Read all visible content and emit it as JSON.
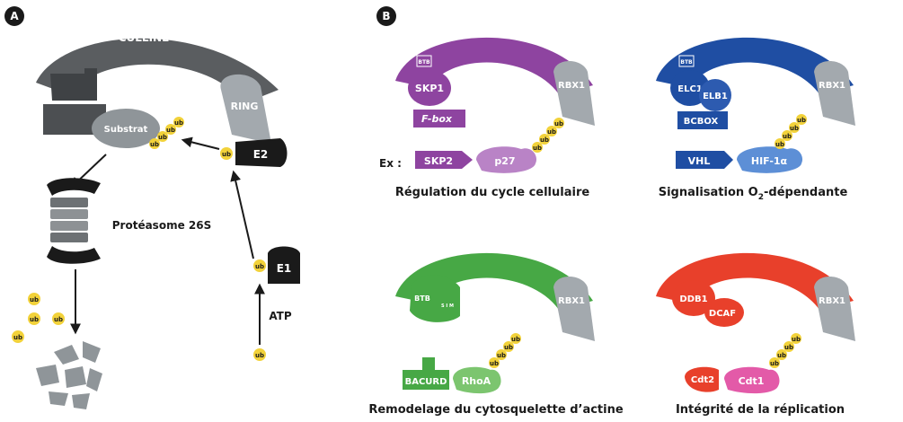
{
  "panel_a": {
    "letter": "A",
    "culline": "CULLINE",
    "ring": "RING",
    "substrat": "Substrat",
    "e2": "E2",
    "e1": "E1",
    "atp": "ATP",
    "proteasome": "Protéasome 26S",
    "ub": "ub"
  },
  "panel_b": {
    "letter": "B",
    "btb": "BTB",
    "sim": "S I M",
    "rbx1": "RBX1",
    "ub": "ub",
    "cul1": {
      "title": "CUL1",
      "skp1": "SKP1",
      "fbox": "F-box",
      "ex": "Ex :",
      "skp2": "SKP2",
      "p27": "p27",
      "caption": "Régulation du cycle cellulaire"
    },
    "cul2": {
      "title": "CUL2",
      "elc1": "ELC1",
      "elb1": "ELB1",
      "bcbox": "BCBOX",
      "vhl": "VHL",
      "hif": "HIF-1α",
      "caption_pre": "Signalisation O",
      "caption_sub": "2",
      "caption_post": "-dépendante"
    },
    "cul3": {
      "title": "CUL3",
      "bacurd": "BACURD",
      "rhoa": "RhoA",
      "caption": "Remodelage du cytosquelette d’actine"
    },
    "cul4": {
      "title": "CUL4",
      "ddb1": "DDB1",
      "dcaf": "DCAF",
      "cdt2": "Cdt2",
      "cdt1": "Cdt1",
      "caption": "Intégrité de la réplication"
    }
  },
  "colors": {
    "cullin_gray": "#5a5d60",
    "dark_gray": "#3f4245",
    "rbx_gray": "#a3a9ae",
    "ub_yellow": "#f2d23a",
    "cul1": "#8e44a0",
    "cul1_light": "#b983c6",
    "cul2": "#1f4ea3",
    "cul2_light": "#5d8fd6",
    "cul3": "#47a845",
    "cul3_light": "#7cc56f",
    "cul4": "#e8402b",
    "cul4_light": "#e35aa8"
  }
}
